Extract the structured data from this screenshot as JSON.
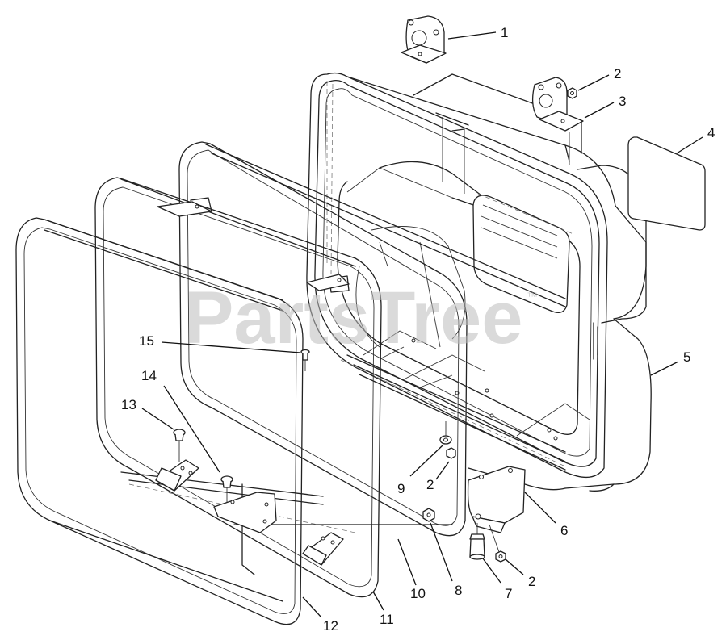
{
  "watermark": {
    "text": "PartsTree",
    "trademark": "™"
  },
  "callouts": [
    {
      "id": "c1",
      "label": "1"
    },
    {
      "id": "c2a",
      "label": "2"
    },
    {
      "id": "c3",
      "label": "3"
    },
    {
      "id": "c4",
      "label": "4"
    },
    {
      "id": "c5",
      "label": "5"
    },
    {
      "id": "c6",
      "label": "6"
    },
    {
      "id": "c2b",
      "label": "2"
    },
    {
      "id": "c7",
      "label": "7"
    },
    {
      "id": "c8",
      "label": "8"
    },
    {
      "id": "c10",
      "label": "10"
    },
    {
      "id": "c11",
      "label": "11"
    },
    {
      "id": "c12",
      "label": "12"
    },
    {
      "id": "c9",
      "label": "9"
    },
    {
      "id": "c2c",
      "label": "2"
    },
    {
      "id": "c13",
      "label": "13"
    },
    {
      "id": "c14",
      "label": "14"
    },
    {
      "id": "c15",
      "label": "15"
    }
  ]
}
